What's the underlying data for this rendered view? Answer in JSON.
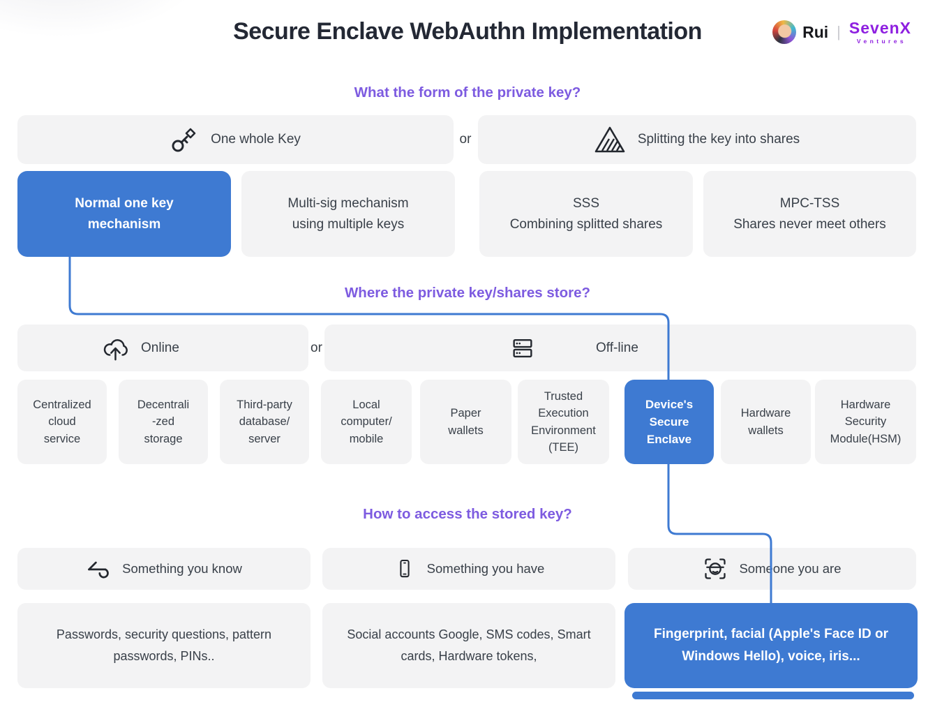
{
  "theme": {
    "accent-blue": "#3e7ad2",
    "heading-purple": "#7d5be0",
    "box-gray": "#f3f3f4",
    "text-dark": "#394049",
    "title-color": "#232834",
    "brand-purple": "#8e1fe0",
    "icon-color": "#23272e",
    "or-color": "#3a4047"
  },
  "header": {
    "title": "Secure Enclave WebAuthn Implementation",
    "author": "Rui",
    "separator": "|",
    "brand": {
      "name": "SevenX",
      "sub": "Ventures"
    }
  },
  "form_section": {
    "heading": "What the form of the private key?",
    "or": "or",
    "options": [
      {
        "icon": "key-icon",
        "label": "One whole Key"
      },
      {
        "icon": "split-triangle-icon",
        "label": "Splitting the key into shares"
      }
    ],
    "mechanisms": [
      {
        "label": "Normal one key\nmechanism",
        "highlight": true
      },
      {
        "label": "Multi-sig mechanism\nusing multiple keys",
        "highlight": false
      },
      {
        "label": "SSS\nCombining splitted shares",
        "highlight": false
      },
      {
        "label": "MPC-TSS\nShares never meet others",
        "highlight": false
      }
    ]
  },
  "store_section": {
    "heading": "Where the private key/shares store?",
    "or": "or",
    "options": [
      {
        "icon": "cloud-upload-icon",
        "label": "Online"
      },
      {
        "icon": "server-stack-icon",
        "label": "Off-line"
      }
    ],
    "locations": [
      {
        "label": "Centralized\ncloud\nservice",
        "highlight": false
      },
      {
        "label": "Decentrali\n-zed\nstorage",
        "highlight": false
      },
      {
        "label": "Third-party\ndatabase/\nserver",
        "highlight": false
      },
      {
        "label": "Local\ncomputer/\nmobile",
        "highlight": false
      },
      {
        "label": "Paper\nwallets",
        "highlight": false
      },
      {
        "label": "Trusted\nExecution\nEnvironment\n(TEE)",
        "highlight": false
      },
      {
        "label": "Device's\nSecure\nEnclave",
        "highlight": true
      },
      {
        "label": "Hardware\nwallets",
        "highlight": false
      },
      {
        "label": "Hardware\nSecurity\nModule(HSM)",
        "highlight": false
      }
    ]
  },
  "access_section": {
    "heading": "How to access the stored key?",
    "factors": [
      {
        "icon": "key-left-icon",
        "label": "Something you know"
      },
      {
        "icon": "smartphone-icon",
        "label": "Something you have"
      },
      {
        "icon": "face-scan-icon",
        "label": "Someone you are"
      }
    ],
    "examples": [
      {
        "label": "Passwords, security questions, pattern passwords, PINs..",
        "highlight": false
      },
      {
        "label": "Social accounts Google, SMS codes, Smart cards, Hardware tokens,",
        "highlight": false
      },
      {
        "label": "Fingerprint, facial (Apple's Face ID or Windows Hello), voice, iris...",
        "highlight": true
      }
    ]
  }
}
